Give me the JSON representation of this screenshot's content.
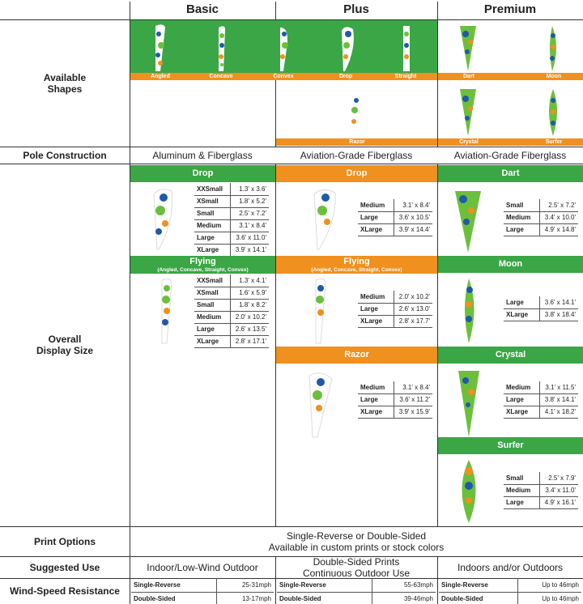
{
  "columns": {
    "basic": "Basic",
    "plus": "Plus",
    "premium": "Premium"
  },
  "rows": {
    "shapes": "Available\nShapes",
    "pole": "Pole Construction",
    "display": "Overall\nDisplay Size",
    "print": "Print Options",
    "use": "Suggested Use",
    "wind": "Wind-Speed Resistance"
  },
  "shapes": {
    "band1": [
      "Angled",
      "Concave",
      "Convex",
      "Drop",
      "Straight"
    ],
    "premium_top": [
      "Dart",
      "Moon"
    ],
    "razor": "Razor",
    "premium_bottom": [
      "Crystal",
      "Surfer"
    ]
  },
  "pole": {
    "basic": "Aluminum & Fiberglass",
    "plus": "Aviation-Grade Fiberglass",
    "premium": "Aviation-Grade Fiberglass"
  },
  "sections": {
    "basic_drop": {
      "title": "Drop",
      "rows": [
        [
          "XXSmall",
          "1.3' x 3.6'"
        ],
        [
          "XSmall",
          "1.8' x 5.2'"
        ],
        [
          "Small",
          "2.5' x 7.2'"
        ],
        [
          "Medium",
          "3.1' x 8.4'"
        ],
        [
          "Large",
          "3.6' x 11.0'"
        ],
        [
          "XLarge",
          "3.9' x 14.1'"
        ]
      ]
    },
    "basic_flying": {
      "title": "Flying",
      "subtitle": "(Angled, Concave, Straight, Convex)",
      "rows": [
        [
          "XXSmall",
          "1.3' x 4.1'"
        ],
        [
          "XSmall",
          "1.6' x 5.9'"
        ],
        [
          "Small",
          "1.8' x 8.2'"
        ],
        [
          "Medium",
          "2.0' x 10.2'"
        ],
        [
          "Large",
          "2.6' x 13.5'"
        ],
        [
          "XLarge",
          "2.8' x 17.1'"
        ]
      ]
    },
    "plus_drop": {
      "title": "Drop",
      "rows": [
        [
          "Medium",
          "3.1' x 8.4'"
        ],
        [
          "Large",
          "3.6' x 10.5'"
        ],
        [
          "XLarge",
          "3.9' x 14.4'"
        ]
      ]
    },
    "plus_flying": {
      "title": "Flying",
      "subtitle": "(Angled, Concave, Straight, Convex)",
      "rows": [
        [
          "Medium",
          "2.0' x 10.2'"
        ],
        [
          "Large",
          "2.6' x 13.0'"
        ],
        [
          "XLarge",
          "2.8' x 17.7'"
        ]
      ]
    },
    "plus_razor": {
      "title": "Razor",
      "rows": [
        [
          "Medium",
          "3.1' x 8.4'"
        ],
        [
          "Large",
          "3.6' x 11.2'"
        ],
        [
          "XLarge",
          "3.9' x 15.9'"
        ]
      ]
    },
    "prem_dart": {
      "title": "Dart",
      "rows": [
        [
          "Small",
          "2.5' x 7.2'"
        ],
        [
          "Medium",
          "3.4' x 10.0'"
        ],
        [
          "Large",
          "4.9' x 14.8'"
        ]
      ]
    },
    "prem_moon": {
      "title": "Moon",
      "rows": [
        [
          "Large",
          "3.6' x 14.1'"
        ],
        [
          "XLarge",
          "3.8' x 18.4'"
        ]
      ]
    },
    "prem_crystal": {
      "title": "Crystal",
      "rows": [
        [
          "Medium",
          "3.1' x 11.5'"
        ],
        [
          "Large",
          "3.8' x 14.1'"
        ],
        [
          "XLarge",
          "4.1' x 18.2'"
        ]
      ]
    },
    "prem_surfer": {
      "title": "Surfer",
      "rows": [
        [
          "Small",
          "2.5' x 7.9'"
        ],
        [
          "Medium",
          "3.4' x 11.0'"
        ],
        [
          "Large",
          "4.9' x 16.1'"
        ]
      ]
    }
  },
  "print": {
    "line1": "Single-Reverse or Double-Sided",
    "line2": "Available in custom prints or stock colors"
  },
  "use": {
    "basic": "Indoor/Low-Wind Outdoor",
    "plus_line1": "Double-Sided Prints",
    "plus_line2": "Continuous Outdoor Use",
    "premium": "Indoors and/or Outdoors"
  },
  "wind": {
    "basic": [
      [
        "Single-Reverse",
        "25-31mph"
      ],
      [
        "Double-Sided",
        "13-17mph"
      ]
    ],
    "plus": [
      [
        "Single-Reverse",
        "55-63mph"
      ],
      [
        "Double-Sided",
        "39-46mph"
      ]
    ],
    "premium": [
      [
        "Single-Reverse",
        "Up to 46mph"
      ],
      [
        "Double-Sided",
        "Up to 46mph"
      ]
    ]
  },
  "colors": {
    "green": "#3aa645",
    "orange": "#f0901e",
    "blue": "#1e5aa8"
  }
}
